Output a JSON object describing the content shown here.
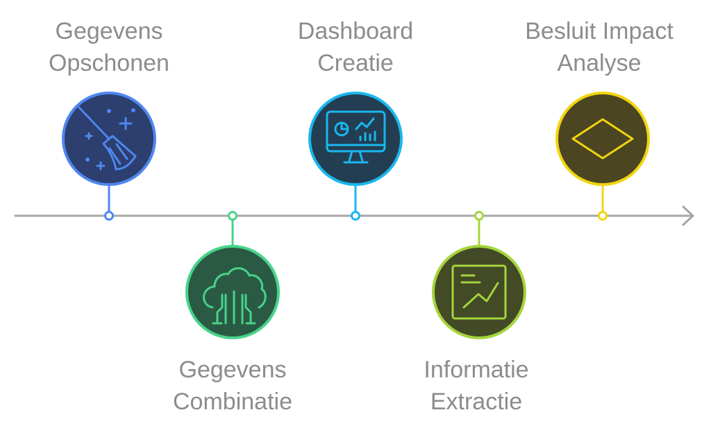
{
  "timeline": {
    "axis_color": "#a6a6a6",
    "steps": [
      {
        "id": "step-1",
        "label_line1": "Gegevens",
        "label_line2": "Opschonen",
        "icon": "broom-sparkle-icon",
        "color": "#4f86f0",
        "fill": "#2c3f6e"
      },
      {
        "id": "step-2",
        "label_line1": "Gegevens",
        "label_line2": "Combinatie",
        "icon": "cloud-circuit-icon",
        "color": "#47d38a",
        "fill": "#2a5a44"
      },
      {
        "id": "step-3",
        "label_line1": "Dashboard",
        "label_line2": "Creatie",
        "icon": "dashboard-monitor-icon",
        "color": "#1ab7ee",
        "fill": "#233e52"
      },
      {
        "id": "step-4",
        "label_line1": "Informatie",
        "label_line2": "Extractie",
        "icon": "trend-chart-icon",
        "color": "#a4d43c",
        "fill": "#434a26"
      },
      {
        "id": "step-5",
        "label_line1": "Besluit Impact",
        "label_line2": "Analyse",
        "icon": "diamond-icon",
        "color": "#f1d40f",
        "fill": "#4c4522"
      }
    ]
  }
}
